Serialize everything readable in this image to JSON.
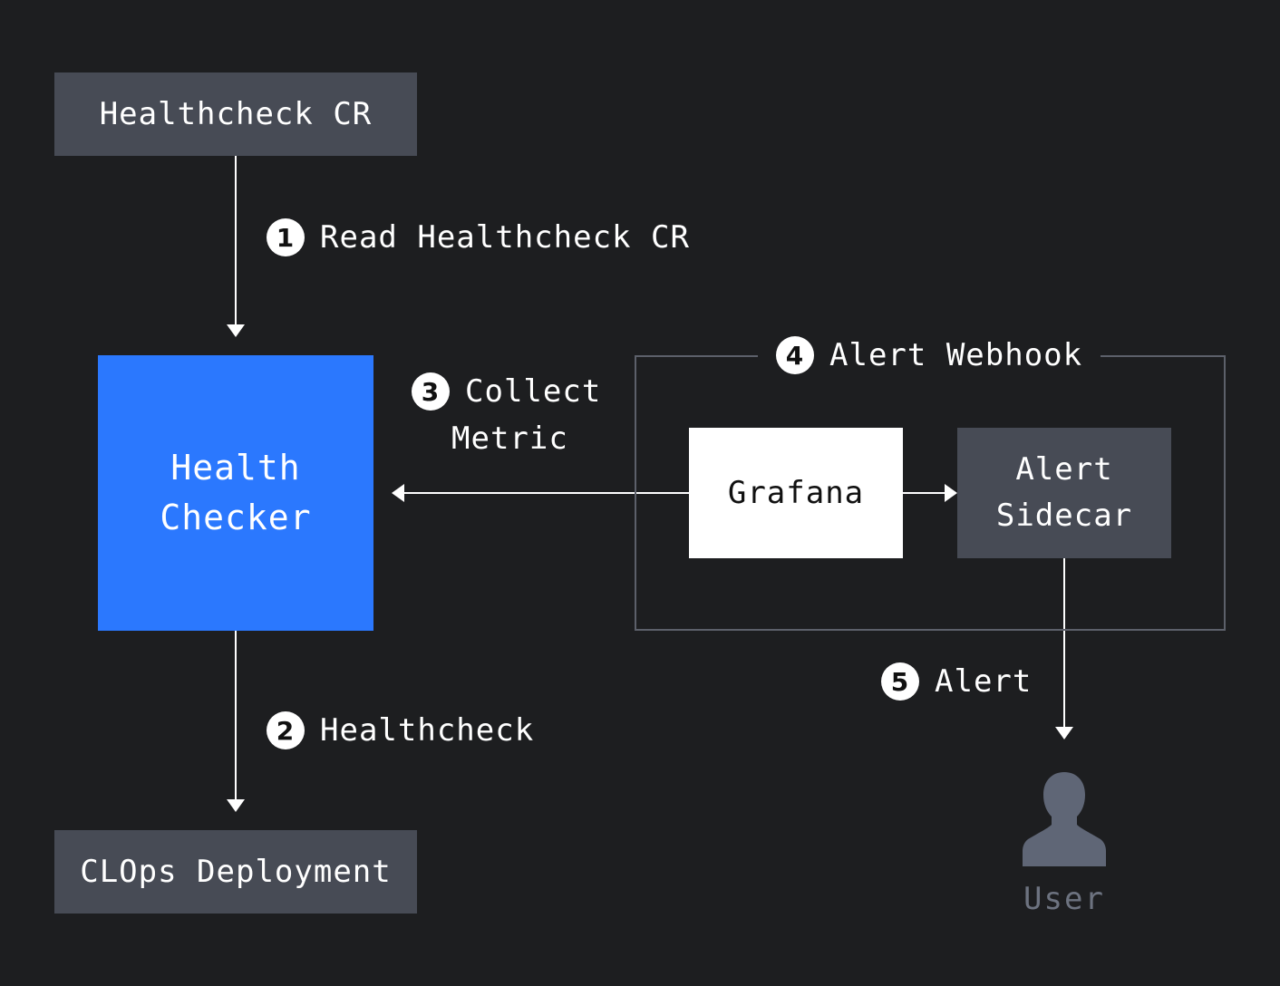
{
  "nodes": {
    "healthcheck_cr": "Healthcheck CR",
    "health_checker": [
      "Health",
      "Checker"
    ],
    "clops_deployment": "CLOps Deployment",
    "grafana": "Grafana",
    "alert_sidecar": [
      "Alert",
      "Sidecar"
    ],
    "user": "User"
  },
  "group": {
    "number": "4",
    "title": "Alert Webhook"
  },
  "steps": [
    {
      "number": "1",
      "label": "Read Healthcheck CR"
    },
    {
      "number": "2",
      "label": "Healthcheck"
    },
    {
      "number": "3",
      "label": [
        "Collect",
        "Metric"
      ]
    },
    {
      "number": "5",
      "label": "Alert"
    }
  ],
  "colors": {
    "background": "#1d1e20",
    "node_dark": "#474b55",
    "node_primary": "#2b78fe",
    "node_light": "#ffffff",
    "group_border": "#5c606a",
    "user_icon": "#5f6676"
  },
  "icons": {
    "user": "user-icon"
  }
}
